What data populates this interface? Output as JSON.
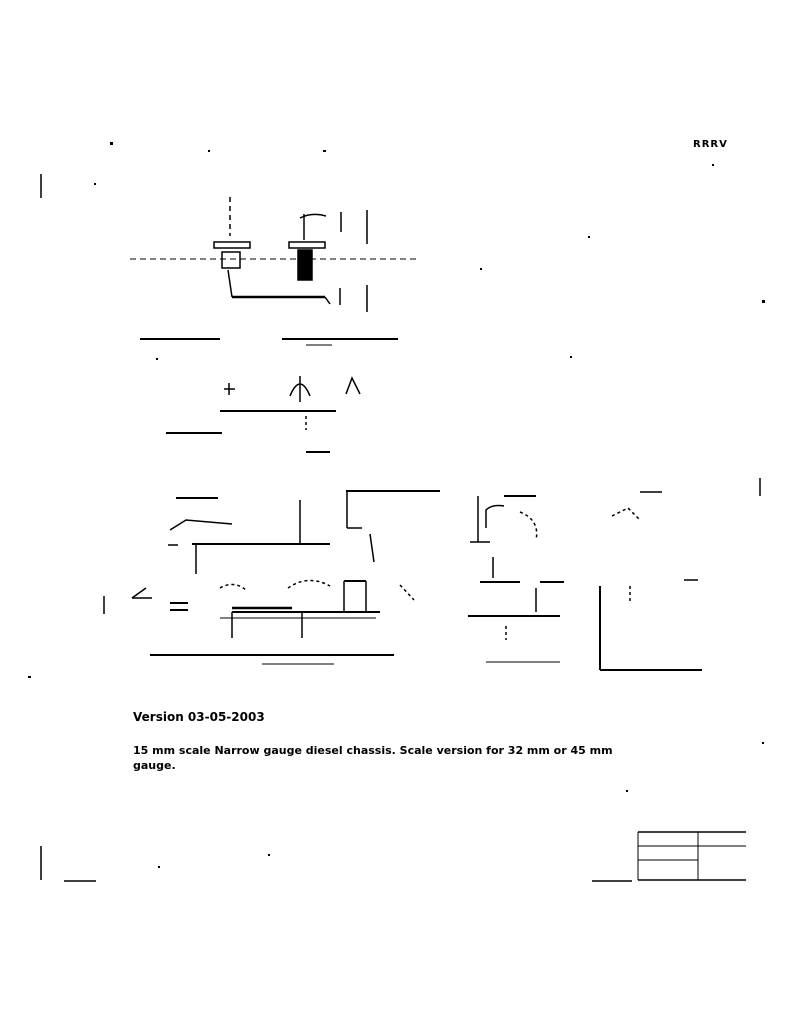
{
  "drawing": {
    "corner_label": "RRRV",
    "version": "Version 03-05-2003",
    "description": "15 mm scale Narrow gauge diesel chassis. Scale version for 32 mm or 45 mm gauge.",
    "notes": [
      "",
      "",
      ""
    ]
  },
  "title_block": {
    "cells": [
      "",
      "",
      "",
      "",
      ""
    ]
  }
}
